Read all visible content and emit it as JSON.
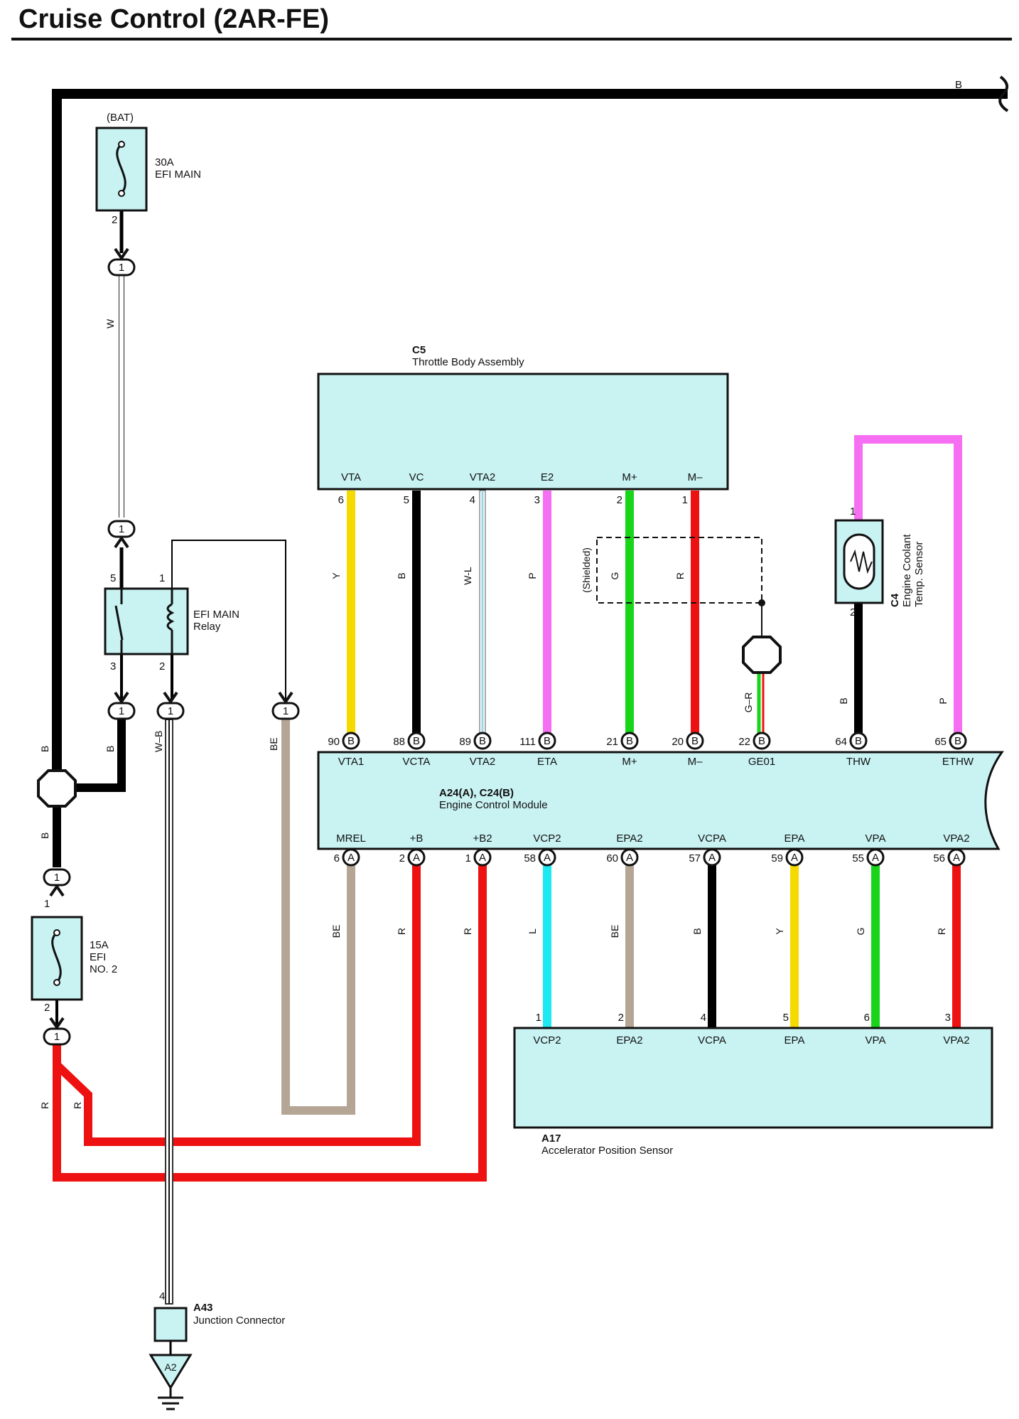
{
  "title": "Cruise Control (2AR-FE)",
  "bus_color_label": "B",
  "colors": {
    "B": "#000000",
    "W": "#ffffff",
    "Y": "#f5da00",
    "P": "#f66ef2",
    "G": "#18d51a",
    "R": "#ee1111",
    "L": "#1ee8f2",
    "BE": "#b5a594",
    "W-L": "#9ad8e8",
    "G-R": "#22bb22",
    "component_fill": "#c9f2f2"
  },
  "components": {
    "fuse_main": {
      "circuit": "(BAT)",
      "rating": "30A",
      "name": "EFI MAIN",
      "pin_out": "2"
    },
    "relay": {
      "name_line1": "EFI MAIN",
      "name_line2": "Relay",
      "pin_5": "5",
      "pin_1": "1",
      "pin_3": "3",
      "pin_2": "2"
    },
    "fuse_no2": {
      "rating": "15A",
      "name_line1": "EFI",
      "name_line2": "NO. 2",
      "pin_in": "1",
      "pin_out": "2"
    },
    "throttle": {
      "code": "C5",
      "name": "Throttle Body Assembly"
    },
    "ecm": {
      "code": "A24(A), C24(B)",
      "name": "Engine Control Module"
    },
    "coolant": {
      "code": "C4",
      "name_line1": "Engine Coolant",
      "name_line2": "Temp. Sensor",
      "pin_top": "1",
      "pin_bottom": "2"
    },
    "aps": {
      "code": "A17",
      "name": "Accelerator Position Sensor"
    },
    "junction": {
      "code": "A43",
      "name": "Junction Connector",
      "pin": "4",
      "ground": "A2"
    }
  },
  "connector_label": "1",
  "shielded_label": "(Shielded)",
  "throttle_wires": [
    {
      "tb_term": "VTA",
      "tb_pin": "6",
      "color": "Y",
      "ecm_pin": "90",
      "ecm_conn": "B",
      "ecm_term": "VTA1"
    },
    {
      "tb_term": "VC",
      "tb_pin": "5",
      "color": "B",
      "ecm_pin": "88",
      "ecm_conn": "B",
      "ecm_term": "VCTA"
    },
    {
      "tb_term": "VTA2",
      "tb_pin": "4",
      "color": "W-L",
      "ecm_pin": "89",
      "ecm_conn": "B",
      "ecm_term": "VTA2"
    },
    {
      "tb_term": "E2",
      "tb_pin": "3",
      "color": "P",
      "ecm_pin": "111",
      "ecm_conn": "B",
      "ecm_term": "ETA"
    },
    {
      "tb_term": "M+",
      "tb_pin": "2",
      "color": "G",
      "ecm_pin": "21",
      "ecm_conn": "B",
      "ecm_term": "M+"
    },
    {
      "tb_term": "M–",
      "tb_pin": "1",
      "color": "R",
      "ecm_pin": "20",
      "ecm_conn": "B",
      "ecm_term": "M–"
    }
  ],
  "shield_wire": {
    "color": "G–R",
    "ecm_pin": "22",
    "ecm_conn": "B",
    "ecm_term": "GE01"
  },
  "coolant_wires": [
    {
      "color": "B",
      "ecm_pin": "64",
      "ecm_conn": "B",
      "ecm_term": "THW"
    },
    {
      "color": "P",
      "ecm_pin": "65",
      "ecm_conn": "B",
      "ecm_term": "ETHW"
    }
  ],
  "ecm_bottom_pins": [
    {
      "term": "MREL",
      "pin": "6",
      "conn": "A",
      "color": "BE"
    },
    {
      "term": "+B",
      "pin": "2",
      "conn": "A",
      "color": "R"
    },
    {
      "term": "+B2",
      "pin": "1",
      "conn": "A",
      "color": "R"
    },
    {
      "term": "VCP2",
      "pin": "58",
      "conn": "A",
      "color": "L",
      "aps_pin": "1"
    },
    {
      "term": "EPA2",
      "pin": "60",
      "conn": "A",
      "color": "BE",
      "aps_pin": "2"
    },
    {
      "term": "VCPA",
      "pin": "57",
      "conn": "A",
      "color": "B",
      "aps_pin": "4"
    },
    {
      "term": "EPA",
      "pin": "59",
      "conn": "A",
      "color": "Y",
      "aps_pin": "5"
    },
    {
      "term": "VPA",
      "pin": "55",
      "conn": "A",
      "color": "G",
      "aps_pin": "6"
    },
    {
      "term": "VPA2",
      "pin": "56",
      "conn": "A",
      "color": "R",
      "aps_pin": "3"
    }
  ],
  "left_wires": {
    "fuse_to_relay": "W",
    "relay_to_junction": "W–B",
    "relay_coil_to_ecm": "BE",
    "relay_to_splice": "B",
    "bus_to_splice": "B",
    "splice_to_fuse": "B",
    "fuse_out_a": "R",
    "fuse_out_b": "R"
  }
}
